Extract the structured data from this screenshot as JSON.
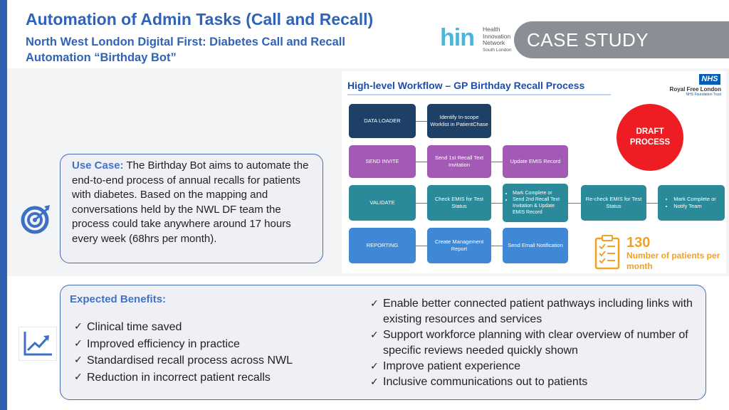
{
  "header": {
    "title": "Automation of Admin Tasks (Call and Recall)",
    "subtitle": "North West London Digital First: Diabetes Call and Recall Automation “Birthday Bot”",
    "badge": "CASE STUDY"
  },
  "logo": {
    "letters": "hin",
    "lines": [
      "Health",
      "Innovation",
      "Network"
    ],
    "sub": "South London"
  },
  "workflow": {
    "title": "High-level Workflow – GP Birthday Recall Process",
    "nhs": "NHS",
    "org": "Royal Free London",
    "org_sub": "NHS Foundation Trust",
    "rows": [
      {
        "stage": "DATA LOADER",
        "steps": [
          "Identify In-scope Worklist in PatientChase"
        ]
      },
      {
        "stage": "SEND INVITE",
        "steps": [
          "Send 1st Recall Text Invitation",
          "Update EMIS Record"
        ]
      },
      {
        "stage": "VALIDATE",
        "steps": [
          "Check EMIS for Test Status"
        ]
      },
      {
        "stage": "REPORTING",
        "steps": [
          "Create Management Report",
          "Send Email Notification"
        ]
      }
    ],
    "validate_bullets": [
      "Mark Complete or",
      "Send 2nd Recall Text Invitation & Update EMIS Record"
    ],
    "recheck": "Re-check EMIS for Test Status",
    "final_bullets": [
      "Mark Complete or",
      "Notify Team"
    ],
    "draft": "DRAFT PROCESS",
    "count": "130",
    "count_label": "Number of patients per month"
  },
  "use_case": {
    "label": "Use Case:",
    "text": " The Birthday Bot aims to automate the end-to-end process of annual recalls for patients with diabetes. Based on the mapping and conversations held by the NWL DF team the process could take anywhere around 17 hours every week (68hrs per month)."
  },
  "benefits": {
    "title": "Expected Benefits:",
    "left": [
      "Clinical time saved",
      "Improved efficiency in practice",
      "Standardised recall process across NWL",
      "Reduction in incorrect patient recalls"
    ],
    "right": [
      "Enable better connected patient pathways including links with existing resources and services",
      "Support workforce planning with clear overview of number of specific reviews needed quickly shown",
      "Improve patient experience",
      "Inclusive communications out to patients"
    ]
  }
}
